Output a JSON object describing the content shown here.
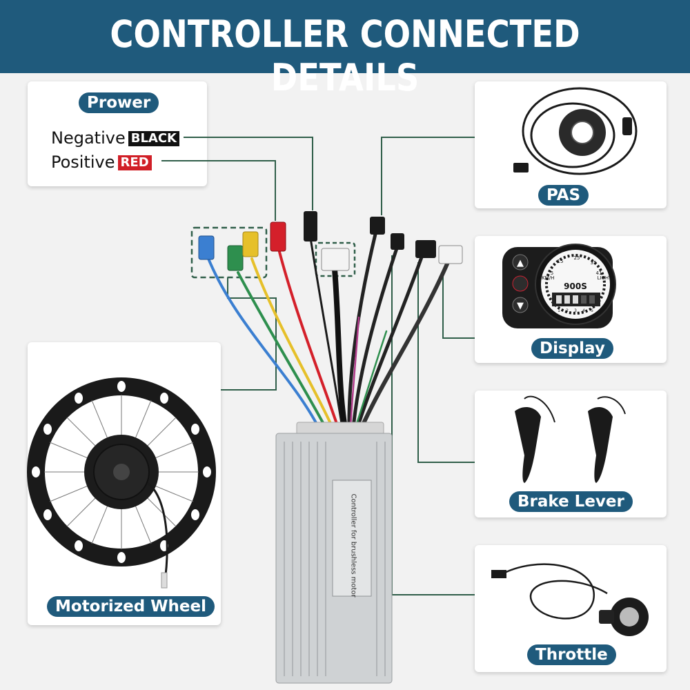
{
  "title": "CONTROLLER CONNECTED DETAILS",
  "power": {
    "label": "Prower",
    "negative_text": "Negative",
    "negative_tag": "BLACK",
    "positive_text": "Positive",
    "positive_tag": "RED"
  },
  "components": {
    "pas": "PAS",
    "display": "Display",
    "brake": "Brake Lever",
    "throttle": "Throttle",
    "wheel": "Motorized Wheel"
  },
  "display_screen": {
    "model": "900S",
    "left_label": "6KM/H",
    "right_label": "LIGHT",
    "gauge_numbers": [
      "5",
      "15",
      "25",
      "35",
      "41"
    ],
    "levels": [
      "1",
      "2",
      "3",
      "4",
      "5"
    ]
  },
  "controller_label": "Controller for brushless motor",
  "colors": {
    "banner": "#1f5a7c",
    "connector_line": "#2f5e49",
    "wire_blue": "#3b7fd1",
    "wire_green": "#2e8f4e",
    "wire_yellow": "#e6c02a",
    "wire_red": "#d4202a",
    "wire_black": "#1a1a1a"
  }
}
